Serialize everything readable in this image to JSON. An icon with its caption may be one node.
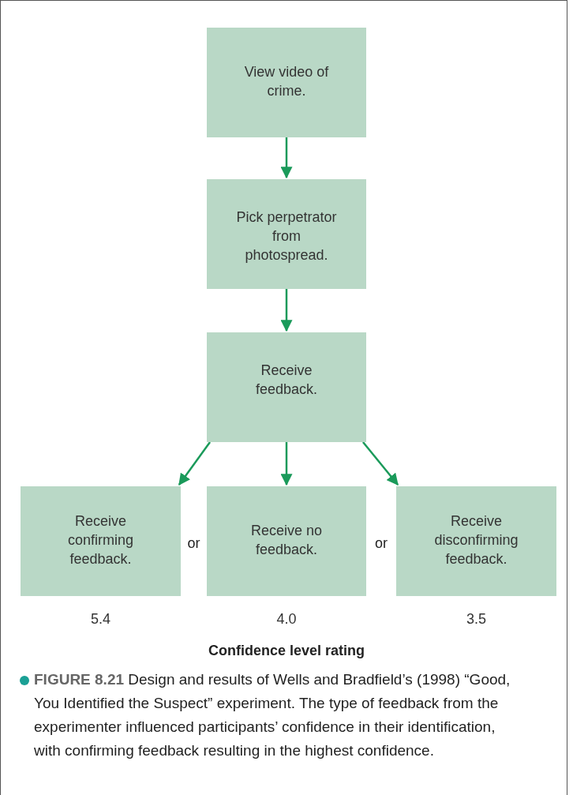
{
  "diagram": {
    "caption": "**FIGURE 8.21** Design and results of Wells and Bradfield’s (1998) “Good, You Identified the Suspect” experiment. The type of feedback from the experimenter influenced participants’ confidence in their identification, with confirming feedback resulting in the highest confidence.",
    "nodes": [
      {
        "text": [
          "View video of crime."
        ]
      },
      {
        "text": [
          "Pick perpetrator from photospread."
        ]
      },
      {
        "text": [
          "Receive feedback."
        ]
      },
      {
        "text": [
          "Receive confirming feedback."
        ],
        "beside": [
          "5.4"
        ]
      },
      {
        "text": [
          "Receive no feedback."
        ],
        "beside": [
          "4.0"
        ]
      },
      {
        "text": [
          "Receive disconfirming feedback."
        ],
        "beside": [
          "3.5"
        ]
      }
    ],
    "edges": [
      {
        "from": 0,
        "to": 1,
        "arrow": "to"
      },
      {
        "from": 1,
        "to": 2,
        "arrow": "to"
      },
      {
        "from": 2,
        "to": 3,
        "arrow": "to"
      },
      {
        "from": 2,
        "to": 4,
        "arrow": "to"
      },
      {
        "from": 2,
        "to": 5,
        "arrow": "to"
      }
    ],
    "labels": [
      "or",
      "or",
      "Confidence level rating"
    ]
  }
}
